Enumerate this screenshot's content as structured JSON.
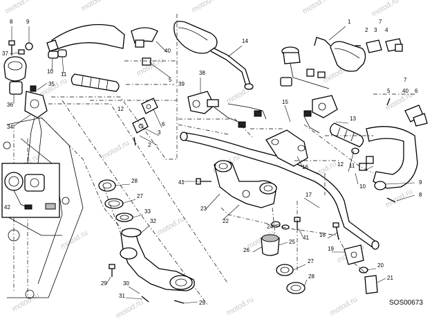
{
  "diagram": {
    "code": "SOS00673",
    "watermark": "motod.ru",
    "callouts": [
      "1",
      "2",
      "3",
      "4",
      "5",
      "6",
      "7",
      "8",
      "9",
      "10",
      "11",
      "12",
      "13",
      "14",
      "15",
      "16",
      "17",
      "18",
      "19",
      "20",
      "21",
      "22",
      "23",
      "24",
      "25",
      "26",
      "27",
      "28",
      "29",
      "30",
      "31",
      "32",
      "33",
      "34",
      "35",
      "36",
      "37",
      "38",
      "39",
      "40",
      "41",
      "42"
    ]
  }
}
